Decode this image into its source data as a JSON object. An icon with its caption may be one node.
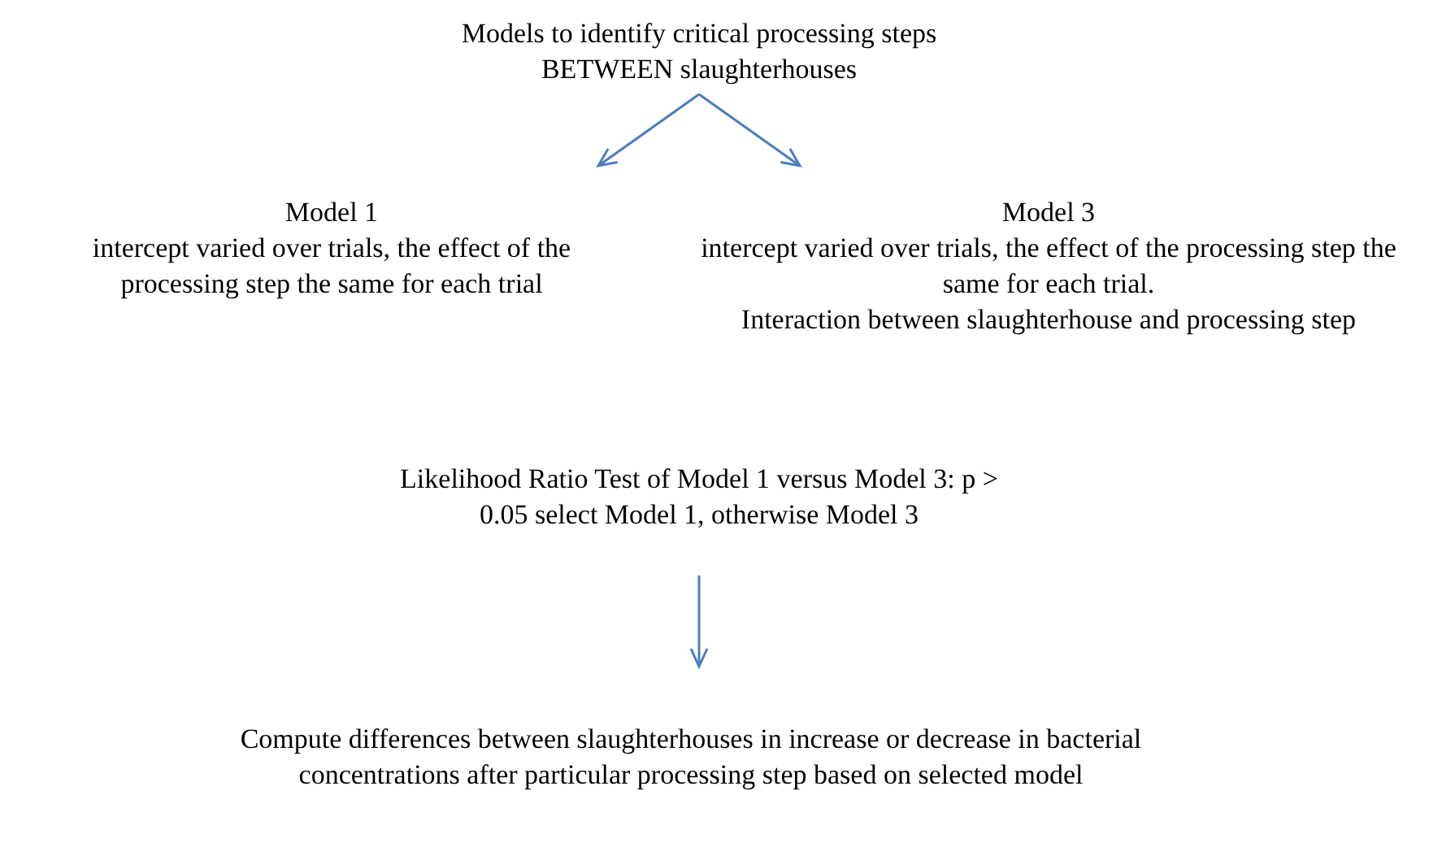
{
  "diagram": {
    "nodes": [
      {
        "text": [
          "Models to identify critical processing steps BETWEEN slaughterhouses"
        ]
      },
      {
        "text": [
          "Model 1",
          "intercept varied over trials, the effect of the processing step the same for each trial"
        ]
      },
      {
        "text": [
          "Model 3",
          "intercept varied over trials, the effect of the processing step the same for each trial.",
          "Interaction between slaughterhouse and processing step"
        ]
      },
      {
        "text": [
          "Likelihood Ratio Test of Model 1 versus Model 3: p > 0.05 select Model 1, otherwise Model 3"
        ]
      },
      {
        "text": [
          "Compute differences between slaughterhouses in increase or decrease in bacterial concentrations after particular processing step based on selected model"
        ]
      }
    ],
    "edges": [
      {
        "from": 0,
        "to": 1,
        "arrow": "to"
      },
      {
        "from": 0,
        "to": 2,
        "arrow": "to"
      },
      {
        "from": 3,
        "to": 4,
        "arrow": "to"
      }
    ]
  }
}
